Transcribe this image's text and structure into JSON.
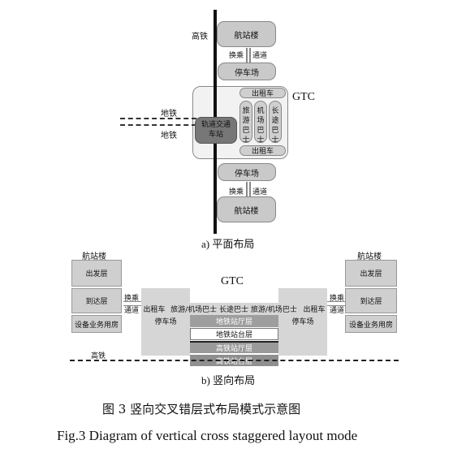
{
  "plan": {
    "rail_label": "高铁",
    "terminal_top": "航站楼",
    "transfer": "换乘",
    "passage": "通道",
    "parking_top": "停车场",
    "gtc_label": "GTC",
    "taxi_top": "出租车",
    "tour_bus": "旅游巴士",
    "airport_bus": "机场巴士",
    "long_bus": "长途巴士",
    "metro_label": "地铁",
    "rail_transit": "轨道交通车站",
    "taxi_bottom": "出租车",
    "parking_bottom": "停车场",
    "transfer_bottom": "换乘",
    "passage_bottom": "通道",
    "terminal_bottom": "航站楼",
    "subcaption": "a) 平面布局"
  },
  "section": {
    "terminal_left": "航站楼",
    "terminal_right": "航站楼",
    "departure": "出发层",
    "arrival": "到达层",
    "equipment": "设备业务用房",
    "departure_r": "出发层",
    "arrival_r": "到达层",
    "equipment_r": "设备业务用房",
    "transfer_l": "换乘",
    "passage_l": "通道",
    "transfer_r": "换乘",
    "passage_r": "通道",
    "gtc_label": "GTC",
    "taxi_l": "出租车",
    "parking_l": "停车场",
    "bus_row": "旅游/机场巴士 长途巴士 旅游/机场巴士",
    "taxi_r": "出租车",
    "parking_r": "停车场",
    "metro_hall": "地铁站厅层",
    "metro_platform": "地铁站台层",
    "rail_hall": "高铁站厅层",
    "rail_platform": "高铁站台层",
    "rail_label": "高铁",
    "subcaption": "b) 竖向布局"
  },
  "caption_cn": "图 3   竖向交叉错层式布局模式示意图",
  "caption_en": "Fig.3   Diagram of vertical cross staggered layout mode"
}
